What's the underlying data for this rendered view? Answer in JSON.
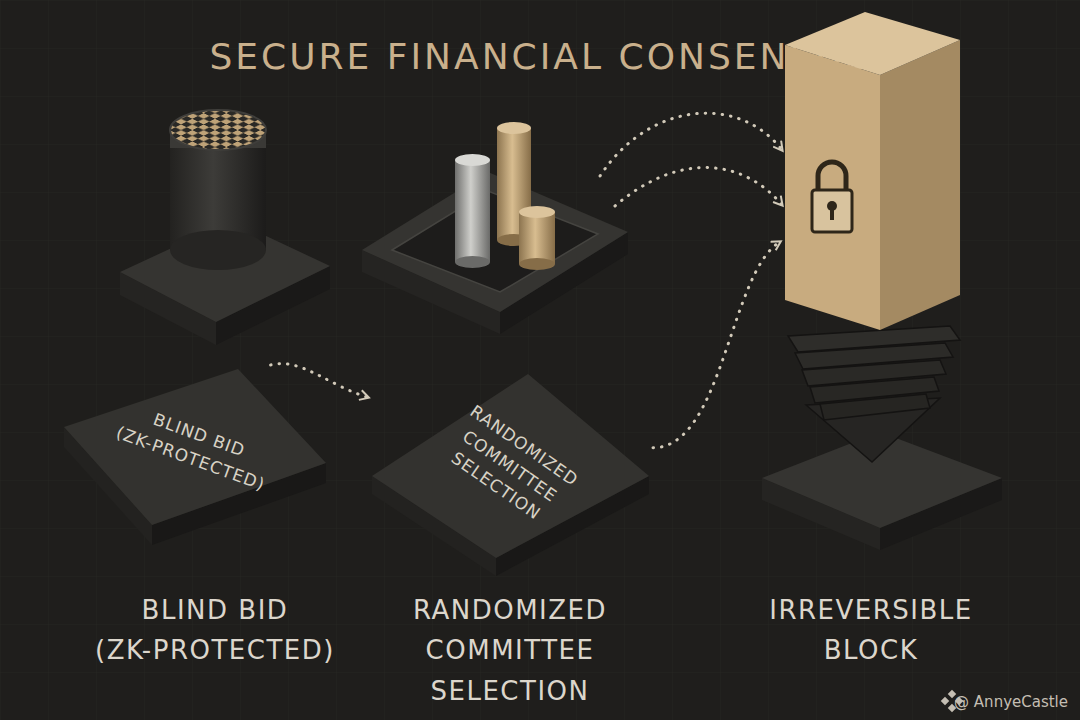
{
  "diagram": {
    "title": "SECURE FINANCIAL CONSENSUS",
    "nodes": [
      {
        "text": [
          "BLIND BID (ZK-PROTECTED)"
        ]
      },
      {
        "text": [
          "RANDOMIZED COMMITTEE SELECTION"
        ]
      },
      {
        "text": [
          "IRREVERSIBLE BLOCK"
        ]
      }
    ],
    "edges": [
      {
        "from": 0,
        "to": 1,
        "arrow": "to"
      },
      {
        "from": 1,
        "to": 2,
        "arrow": "to"
      }
    ],
    "labels": [
      "BLIND BID (ZK-PROTECTED)",
      "RANDOMIZED COMMITTEE SELECTION",
      "@ AnnyeCastle"
    ]
  }
}
